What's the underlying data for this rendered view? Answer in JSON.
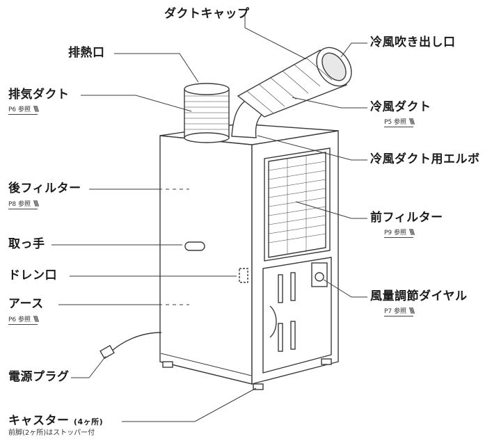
{
  "labels": {
    "duct_cap": "ダクトキャップ",
    "cold_outlet": "冷風吹き出し口",
    "exhaust_port": "排熱口",
    "exhaust_duct": "排気ダクト",
    "cold_duct": "冷風ダクト",
    "cold_duct_elbow": "冷風ダクト用エルボ",
    "rear_filter": "後フィルター",
    "front_filter": "前フィルター",
    "handle": "取っ手",
    "drain": "ドレン口",
    "airflow_dial": "風量調節ダイヤル",
    "earth": "アース",
    "power_plug": "電源プラグ",
    "caster": "キャスター",
    "caster_count": "(4ヶ所)",
    "caster_note": "前脚(2ヶ所)はストッパー付"
  },
  "refs": {
    "exhaust_duct": "P6 参照",
    "cold_duct": "P5 参照",
    "rear_filter": "P8 参照",
    "front_filter": "P9 参照",
    "airflow_dial": "P7 参照",
    "earth": "P6 参照"
  },
  "colors": {
    "line": "#3a3a3a",
    "fill": "#ffffff",
    "shade": "#e8e8e8"
  }
}
